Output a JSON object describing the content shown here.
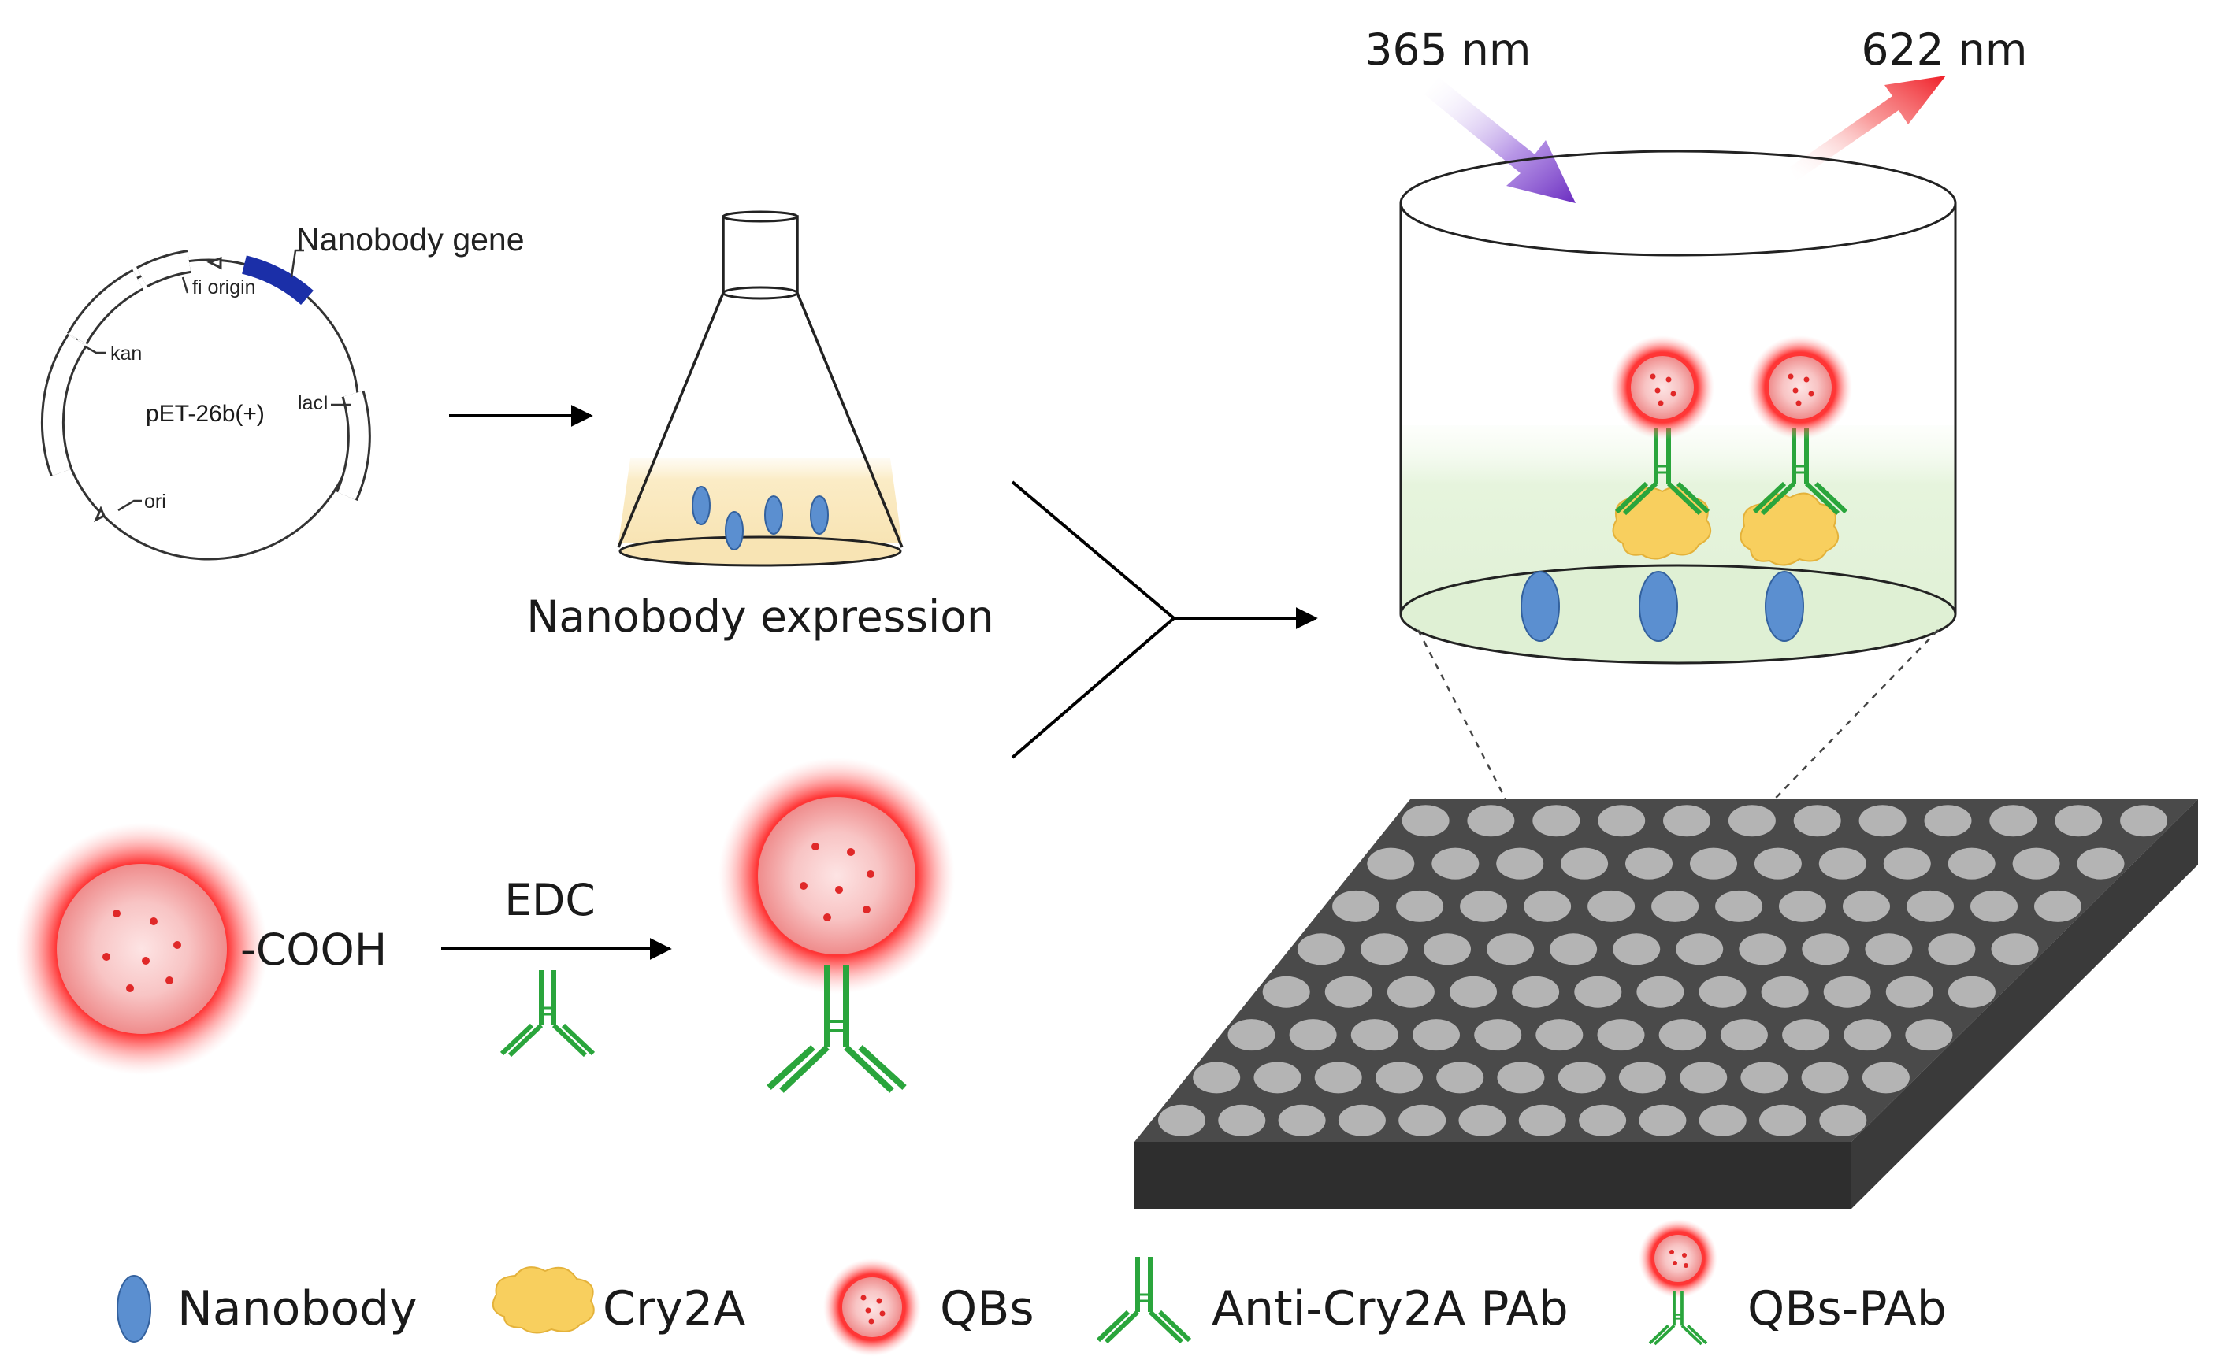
{
  "plasmid": {
    "name": "pET-26b(+)",
    "labels": {
      "nanobody_gene": "Nanobody gene",
      "fi_origin": "fi origin",
      "kan": "kan",
      "lacI": "lacI",
      "ori": "ori"
    }
  },
  "expression": {
    "label": "Nanobody expression"
  },
  "conjugation": {
    "cooh": "-COOH",
    "reagent": "EDC"
  },
  "light": {
    "excitation": "365 nm",
    "emission": "622 nm"
  },
  "legend": {
    "items": [
      {
        "icon": "nanobody-icon",
        "label": "Nanobody"
      },
      {
        "icon": "cry2a-icon",
        "label": "Cry2A"
      },
      {
        "icon": "qbs-icon",
        "label": "QBs"
      },
      {
        "icon": "antibody-icon",
        "label": "Anti-Cry2A PAb"
      },
      {
        "icon": "qbs-pab-icon",
        "label": "QBs-PAb"
      }
    ]
  },
  "colors": {
    "nanobody": "#5b8fd0",
    "cry2a": "#f8cf5e",
    "qbs": "#e8141c",
    "antibody": "#2aa53c",
    "plate": "#4a4a4a",
    "well": "#b4b4b4",
    "gene": "#1b2fa8",
    "uv_arrow": "#7b3fc9",
    "red_arrow": "#f0343c"
  }
}
